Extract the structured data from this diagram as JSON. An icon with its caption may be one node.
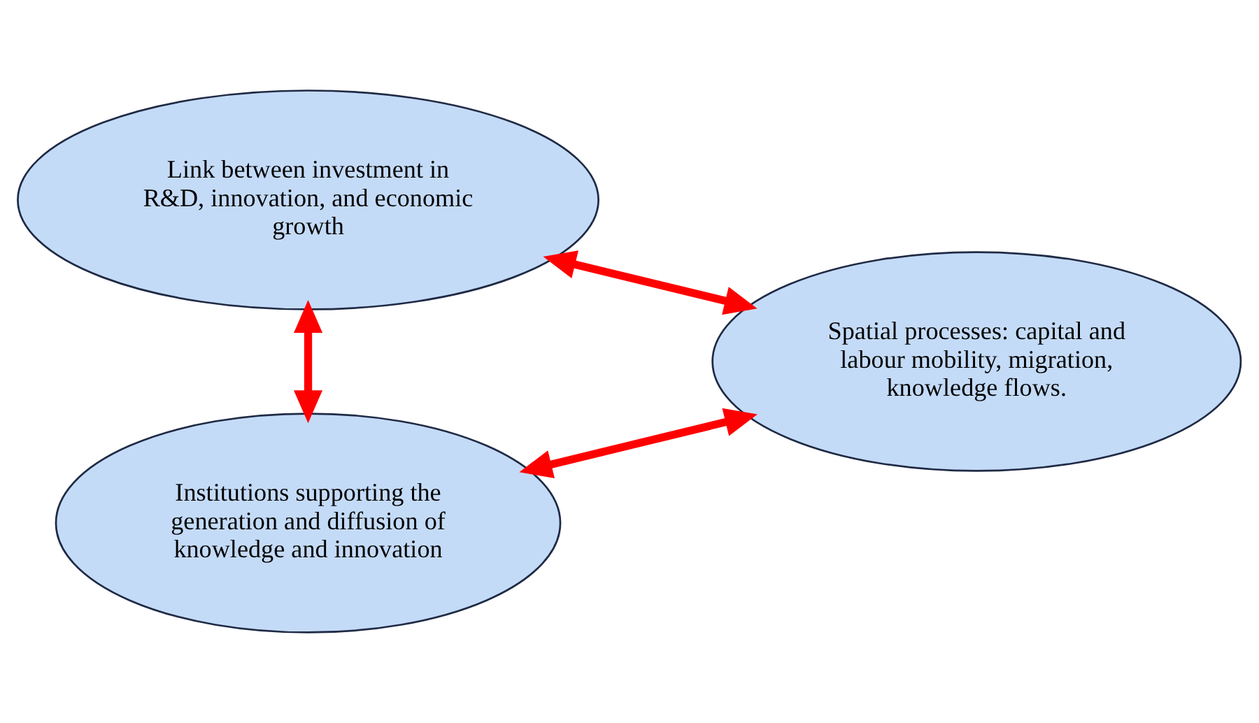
{
  "diagram": {
    "nodes": [
      {
        "text": [
          "Link between investment in R&D, innovation, and economic growth"
        ]
      },
      {
        "text": [
          "Institutions supporting the generation and diffusion of knowledge and innovation"
        ]
      },
      {
        "text": [
          "Spatial processes: capital and labour mobility, migration, knowledge flows."
        ]
      }
    ],
    "edges": [
      {
        "from": 0,
        "to": 2,
        "arrow": "both"
      },
      {
        "from": 0,
        "to": 1,
        "arrow": "both"
      },
      {
        "from": 1,
        "to": 2,
        "arrow": "both"
      }
    ]
  }
}
